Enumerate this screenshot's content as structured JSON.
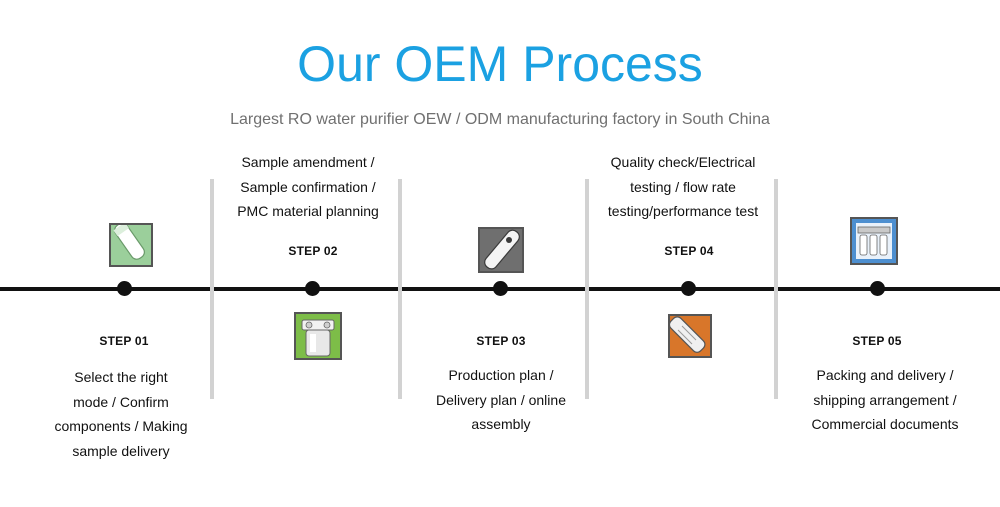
{
  "header": {
    "title": "Our OEM Process",
    "subtitle": "Largest RO water purifier OEW / ODM manufacturing factory in South China"
  },
  "steps": [
    {
      "label": "STEP 01",
      "lines": [
        "Select the right",
        "mode / Confirm",
        "components / Making",
        "sample delivery"
      ],
      "icon": "filter-cartridge-icon",
      "accent": "#9bcf9b"
    },
    {
      "label": "STEP 02",
      "lines": [
        "Sample amendment /",
        "Sample confirmation /",
        "PMC material planning"
      ],
      "icon": "filter-housing-icon",
      "accent": "#7dbd48"
    },
    {
      "label": "STEP 03",
      "lines": [
        "Production plan /",
        "Delivery plan / online",
        "assembly"
      ],
      "icon": "membrane-cartridge-icon",
      "accent": "#6f6f6f"
    },
    {
      "label": "STEP 04",
      "lines": [
        "Quality check/Electrical",
        "testing / flow rate",
        "testing/performance test"
      ],
      "icon": "test-tube-icon",
      "accent": "#d8762a"
    },
    {
      "label": "STEP 05",
      "lines": [
        "Packing and delivery /",
        "shipping arrangement /",
        "Commercial documents"
      ],
      "icon": "purifier-system-icon",
      "accent": "#4d8fd0"
    }
  ]
}
